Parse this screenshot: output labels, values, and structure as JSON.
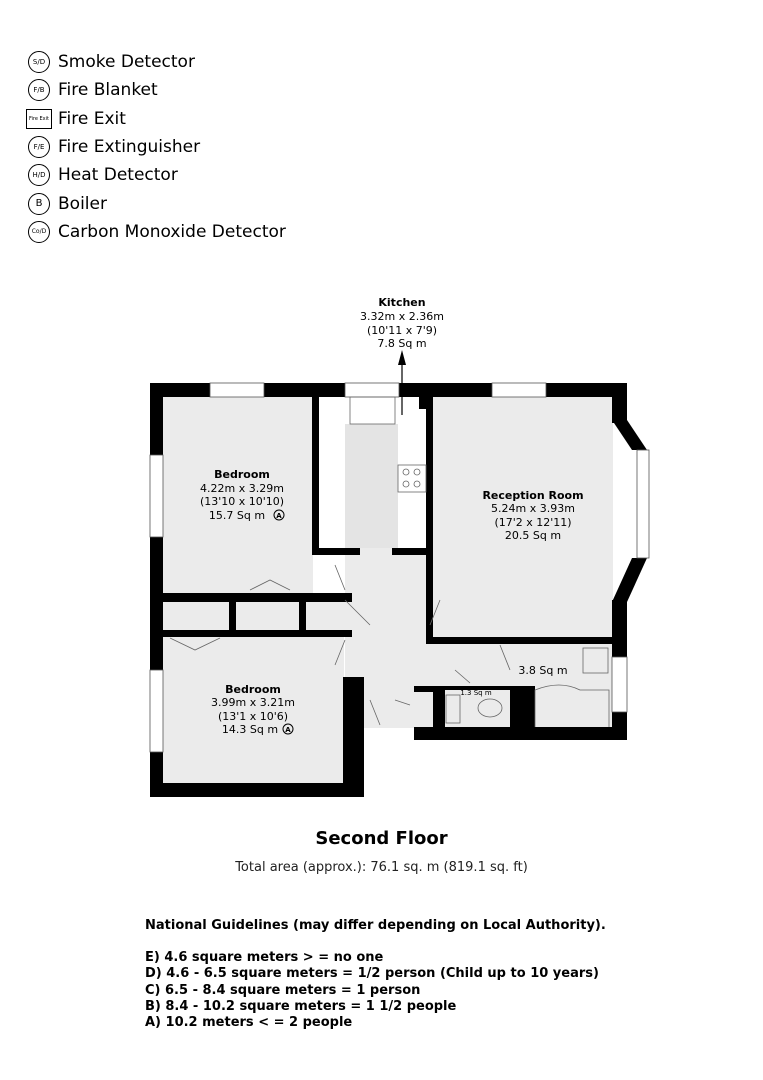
{
  "legend": [
    {
      "symbol": "S/D",
      "label": "Smoke Detector"
    },
    {
      "symbol": "F/B",
      "label": "Fire Blanket"
    },
    {
      "symbol": "Fire Exit",
      "label": "Fire Exit"
    },
    {
      "symbol": "F/E",
      "label": "Fire Extinguisher"
    },
    {
      "symbol": "H/D",
      "label": "Heat Detector"
    },
    {
      "symbol": "B",
      "label": "Boiler"
    },
    {
      "symbol": "Co/D",
      "label": "Carbon Monoxide Detector"
    }
  ],
  "rooms": {
    "kitchen": {
      "name": "Kitchen",
      "metric": "3.32m x 2.36m",
      "imperial": "(10'11 x 7'9)",
      "area": "7.8 Sq m"
    },
    "bedroom1": {
      "name": "Bedroom",
      "metric": "4.22m x 3.29m",
      "imperial": "(13'10 x 10'10)",
      "area": "15.7 Sq m",
      "rating": "A"
    },
    "reception": {
      "name": "Reception Room",
      "metric": "5.24m x 3.93m",
      "imperial": "(17'2 x 12'11)",
      "area": "20.5 Sq m"
    },
    "bedroom2": {
      "name": "Bedroom",
      "metric": "3.99m x 3.21m",
      "imperial": "(13'1 x 10'6)",
      "area": "14.3 Sq m",
      "rating": "A"
    },
    "bathroom": {
      "area": "3.8 Sq m"
    },
    "wc": {
      "area": "1.3 Sq m"
    }
  },
  "floor_title": "Second Floor",
  "total_area": "Total area (approx.): 76.1 sq. m (819.1 sq. ft)",
  "guidelines": {
    "heading": "National Guidelines (may differ depending on Local Authority).",
    "items": [
      "E) 4.6 square meters > = no one",
      "D) 4.6 - 6.5 square meters = 1/2 person (Child up to 10 years)",
      "C) 6.5 - 8.4 square meters = 1 person",
      "B) 8.4 - 10.2 square meters = 1 1/2 people",
      "A) 10.2 meters < = 2 people"
    ]
  }
}
